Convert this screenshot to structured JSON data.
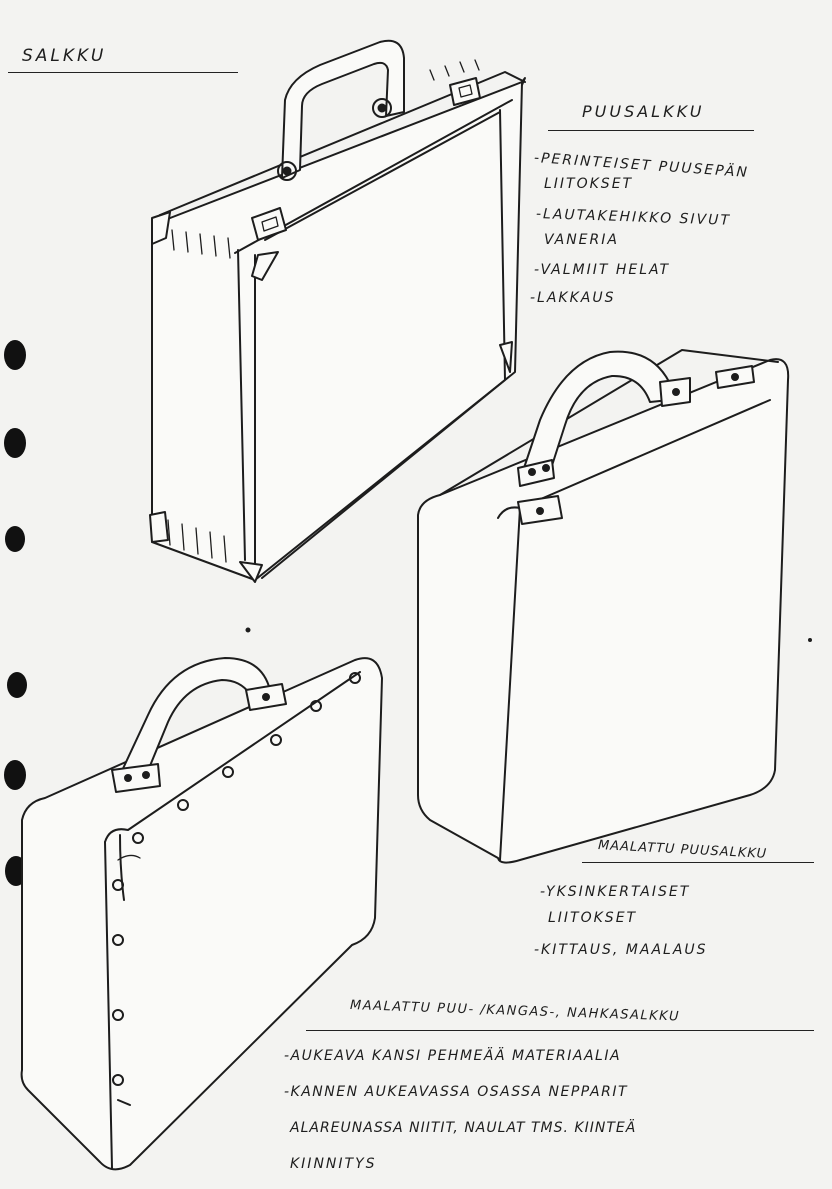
{
  "page_title": "SALKKU",
  "sections": [
    {
      "heading": "PUUSALKKU",
      "lines": [
        "-PERINTEISET PUUSEPÄN",
        "LIITOKSET",
        "-LAUTAKEHIKKO SIVUT",
        "VANERIA",
        "-VALMIIT HELAT",
        "-LAKKAUS"
      ]
    },
    {
      "heading": "MAALATTU PUUSALKKU",
      "lines": [
        "-YKSINKERTAISET",
        "LIITOKSET",
        "-KITTAUS, MAALAUS"
      ]
    },
    {
      "heading": "MAALATTU PUU- /KANGAS-, NAHKASALKKU",
      "lines": [
        "-AUKEAVA KANSI PEHMEÄÄ MATERIAALIA",
        "-KANNEN AUKEAVASSA OSASSA NEPPARIT",
        "ALAREUNASSA NIITIT, NAULAT TMS. KIINTEÄ",
        "KIINNITYS"
      ]
    }
  ],
  "illustrations": [
    "wooden-briefcase-icon",
    "painted-wooden-briefcase-icon",
    "fabric-leather-briefcase-icon"
  ]
}
